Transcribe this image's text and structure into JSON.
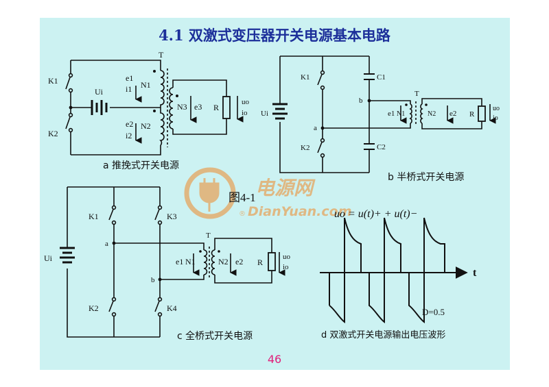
{
  "title": "4.1 双激式变压器开关电源基本电路",
  "page_number": "46",
  "figure_label": "图4-1",
  "watermark": {
    "brand_cn": "电源网",
    "brand_en": "DianYuan.com",
    "registered": "®"
  },
  "colors": {
    "slide_bg": "#ccf2f2",
    "title": "#1c2f9a",
    "page_number": "#e0207a",
    "watermark": "#f08a2a"
  },
  "circuit_a": {
    "caption": "a  推挽式开关电源",
    "labels": {
      "k1": "K1",
      "k2": "K2",
      "ui": "Ui",
      "t": "T",
      "e1": "e1",
      "i1": "i1",
      "e2": "e2",
      "i2": "i2",
      "n1": "N1",
      "n2": "N2",
      "n3": "N3",
      "e3": "e3",
      "r": "R",
      "uo": "uo",
      "io": "io"
    }
  },
  "circuit_b": {
    "caption": "b  半桥式开关电源",
    "labels": {
      "k1": "K1",
      "k2": "K2",
      "ui": "Ui",
      "c1": "C1",
      "c2": "C2",
      "a": "a",
      "b": "b",
      "t": "T",
      "e1": "e1",
      "n1": "N1",
      "n2": "N2",
      "e2": "e2",
      "r": "R",
      "uo": "uo",
      "io": "io"
    }
  },
  "circuit_c": {
    "caption": "c  全桥式开关电源",
    "labels": {
      "k1": "K1",
      "k2": "K2",
      "k3": "K3",
      "k4": "K4",
      "ui": "Ui",
      "a": "a",
      "b": "b",
      "t": "T",
      "e1": "e1",
      "n1": "N1",
      "n2": "N2",
      "e2": "e2",
      "r": "R",
      "uo": "uo",
      "io": "io"
    }
  },
  "waveform_d": {
    "caption": "d  双激式开关电源输出电压波形",
    "formula": "uo = u(t)+ + u(t)−",
    "t_label": "t",
    "duty": "D=0.5"
  }
}
